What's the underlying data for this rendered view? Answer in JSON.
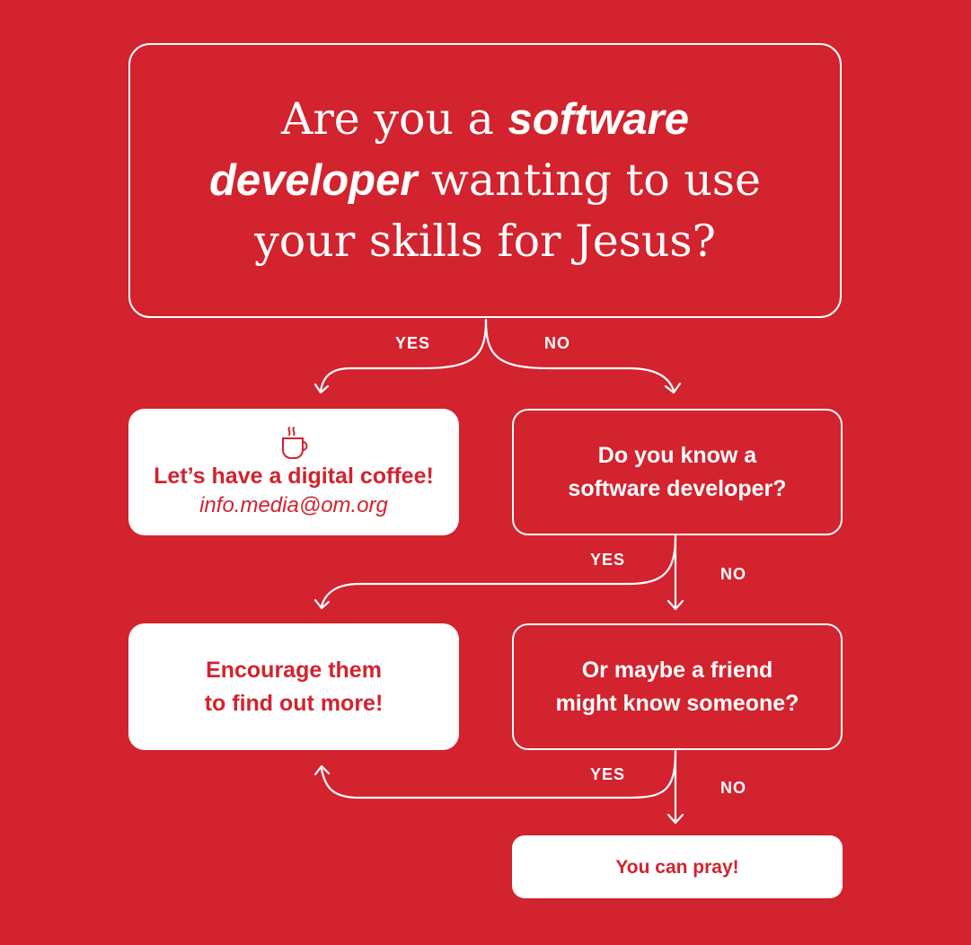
{
  "main_question": {
    "part1": "Are you a ",
    "emph1": "software",
    "emph2": "developer",
    "part2": " wanting to use",
    "part3": "your skills for Jesus?"
  },
  "coffee_box": {
    "title": "Let’s have a digital coffee!",
    "email": "info.media@om.org",
    "icon": "coffee-cup-icon"
  },
  "know_box": {
    "line1": "Do you know a",
    "line2": "software developer?"
  },
  "encourage_box": {
    "line1": "Encourage them",
    "line2": "to find out more!"
  },
  "friend_box": {
    "line1": "Or maybe a friend",
    "line2": "might know someone?"
  },
  "pray_box": {
    "text": "You can pray!"
  },
  "labels": {
    "yes1": "YES",
    "no1": "NO",
    "yes2": "YES",
    "no2": "NO",
    "yes3": "YES",
    "no3": "NO"
  },
  "colors": {
    "background": "#d2232e",
    "foreground": "#ffffff"
  }
}
